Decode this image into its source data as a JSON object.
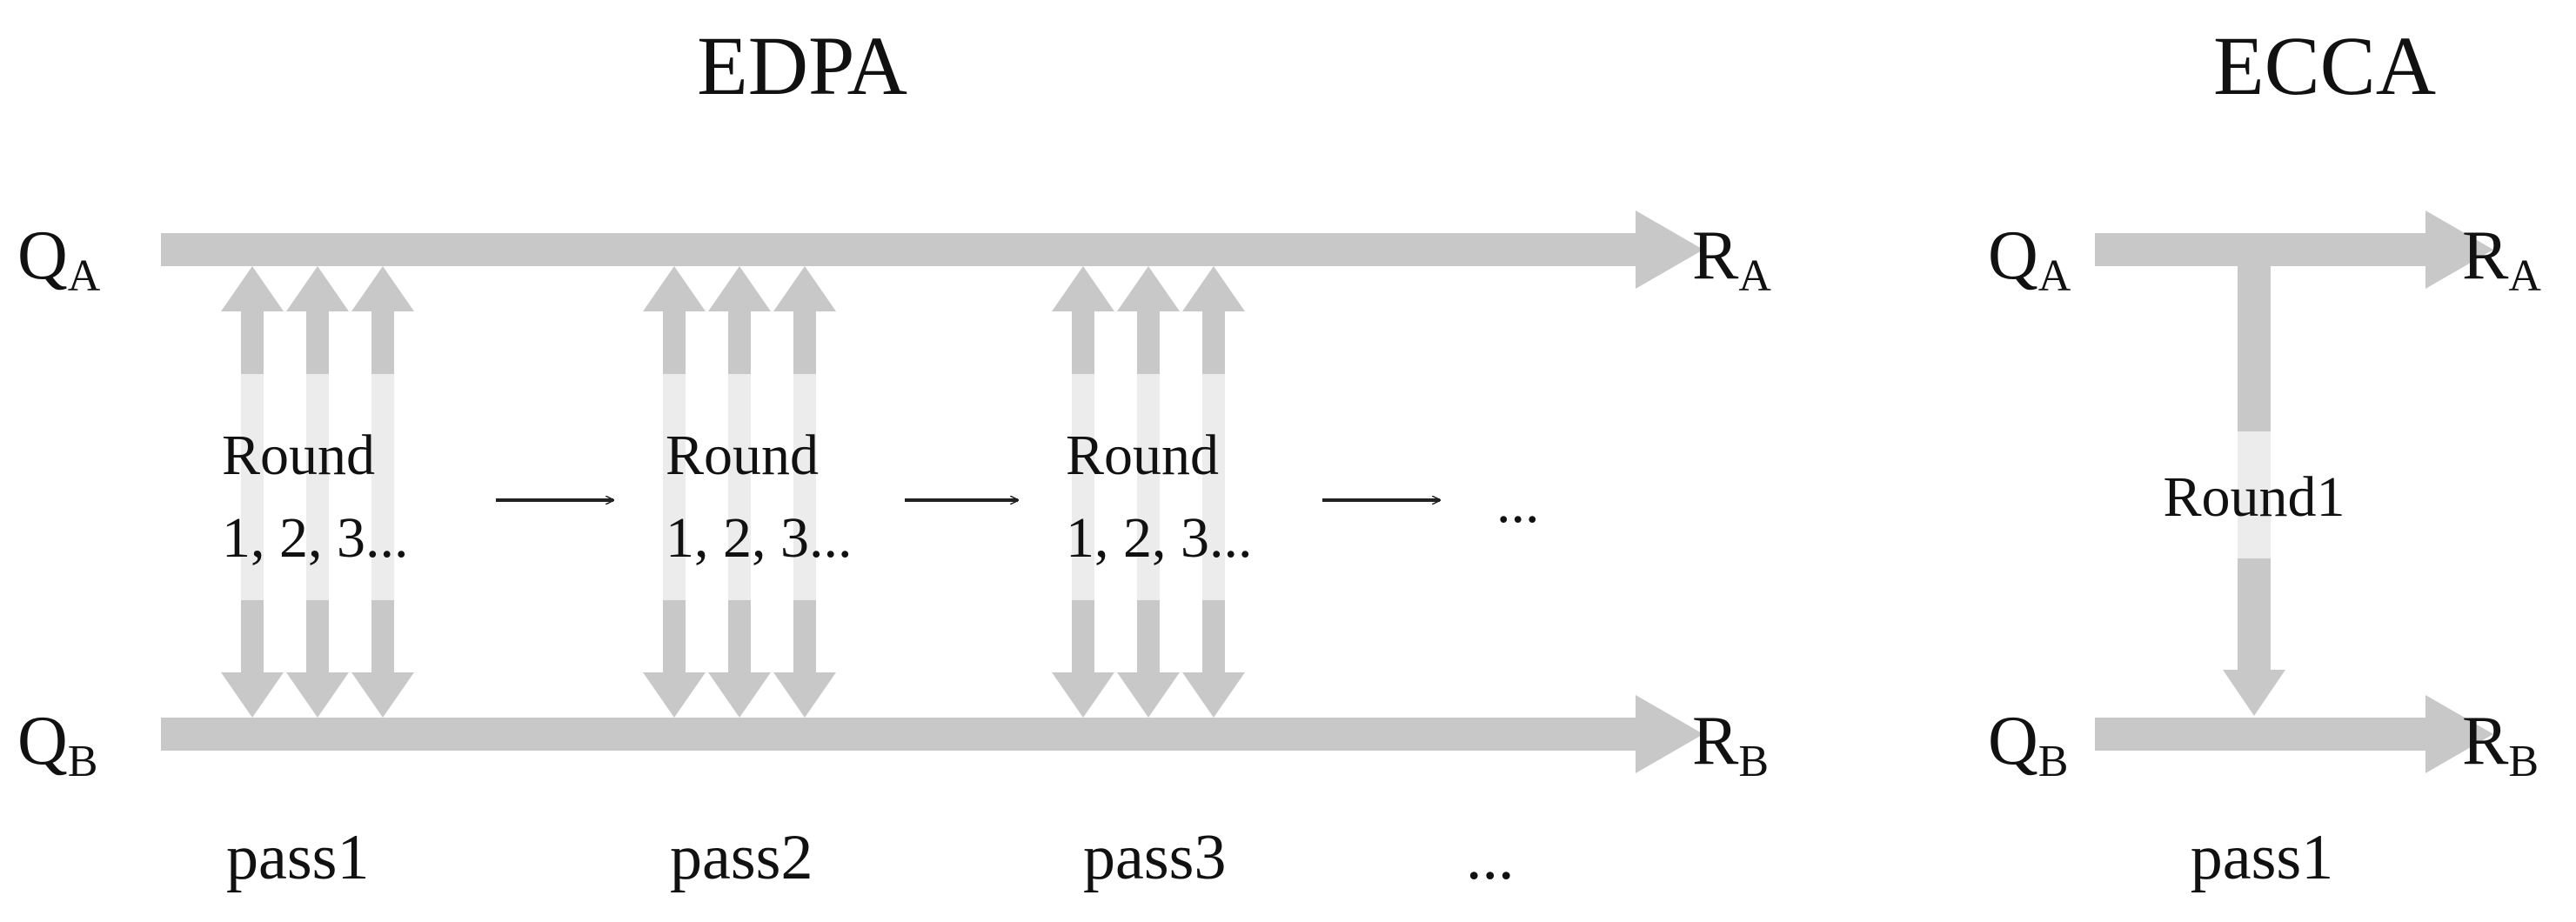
{
  "edpa": {
    "title": "EDPA",
    "input_a": "Q",
    "input_a_sub": "A",
    "input_b": "Q",
    "input_b_sub": "B",
    "output_a": "R",
    "output_a_sub": "A",
    "output_b": "R",
    "output_b_sub": "B",
    "rounds": [
      {
        "line1": "Round",
        "line2": "1, 2, 3..."
      },
      {
        "line1": "Round",
        "line2": "1, 2, 3..."
      },
      {
        "line1": "Round",
        "line2": "1, 2, 3..."
      }
    ],
    "continuation": "...",
    "passes": [
      "pass1",
      "pass2",
      "pass3"
    ],
    "passes_continuation": "..."
  },
  "ecca": {
    "title": "ECCA",
    "input_a": "Q",
    "input_a_sub": "A",
    "input_b": "Q",
    "input_b_sub": "B",
    "output_a": "R",
    "output_a_sub": "A",
    "output_b": "R",
    "output_b_sub": "B",
    "round": "Round1",
    "pass": "pass1"
  },
  "colors": {
    "arrow": "#c8c8c8",
    "text": "#111111",
    "flow_arrow": "#222222"
  }
}
